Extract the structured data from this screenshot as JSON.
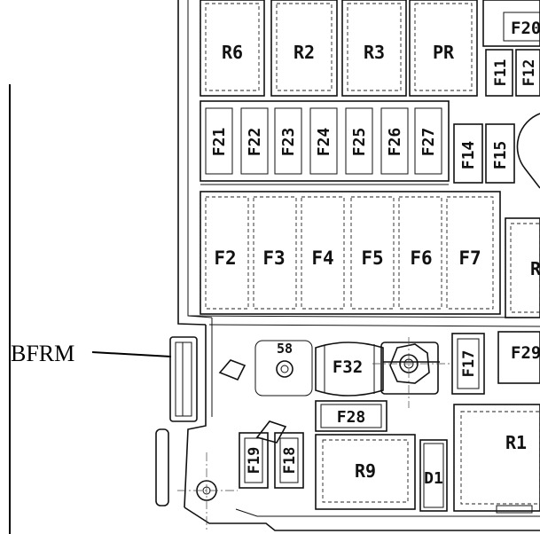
{
  "callout": {
    "label": "BFRM"
  },
  "relays_top": [
    "R6",
    "R2",
    "R3",
    "PR"
  ],
  "relays_right": [
    "R1",
    "R9"
  ],
  "relay_partial": "R",
  "fuses_mini_row": [
    "F21",
    "F22",
    "F23",
    "F24",
    "F25",
    "F26",
    "F27"
  ],
  "fuses_side_pair": [
    "F14",
    "F15"
  ],
  "fuses_top_right": [
    "F11",
    "F12"
  ],
  "fuse_f20": "F20",
  "fuses_maxi_row": [
    "F2",
    "F3",
    "F4",
    "F5",
    "F6",
    "F7"
  ],
  "mega_fuse": "F32",
  "terminal_label": "58",
  "fuse_f17": "F17",
  "fuse_f29": "F29",
  "fuse_f28": "F28",
  "fuses_bottom_left": [
    "F19",
    "F18"
  ],
  "diode": "D1"
}
